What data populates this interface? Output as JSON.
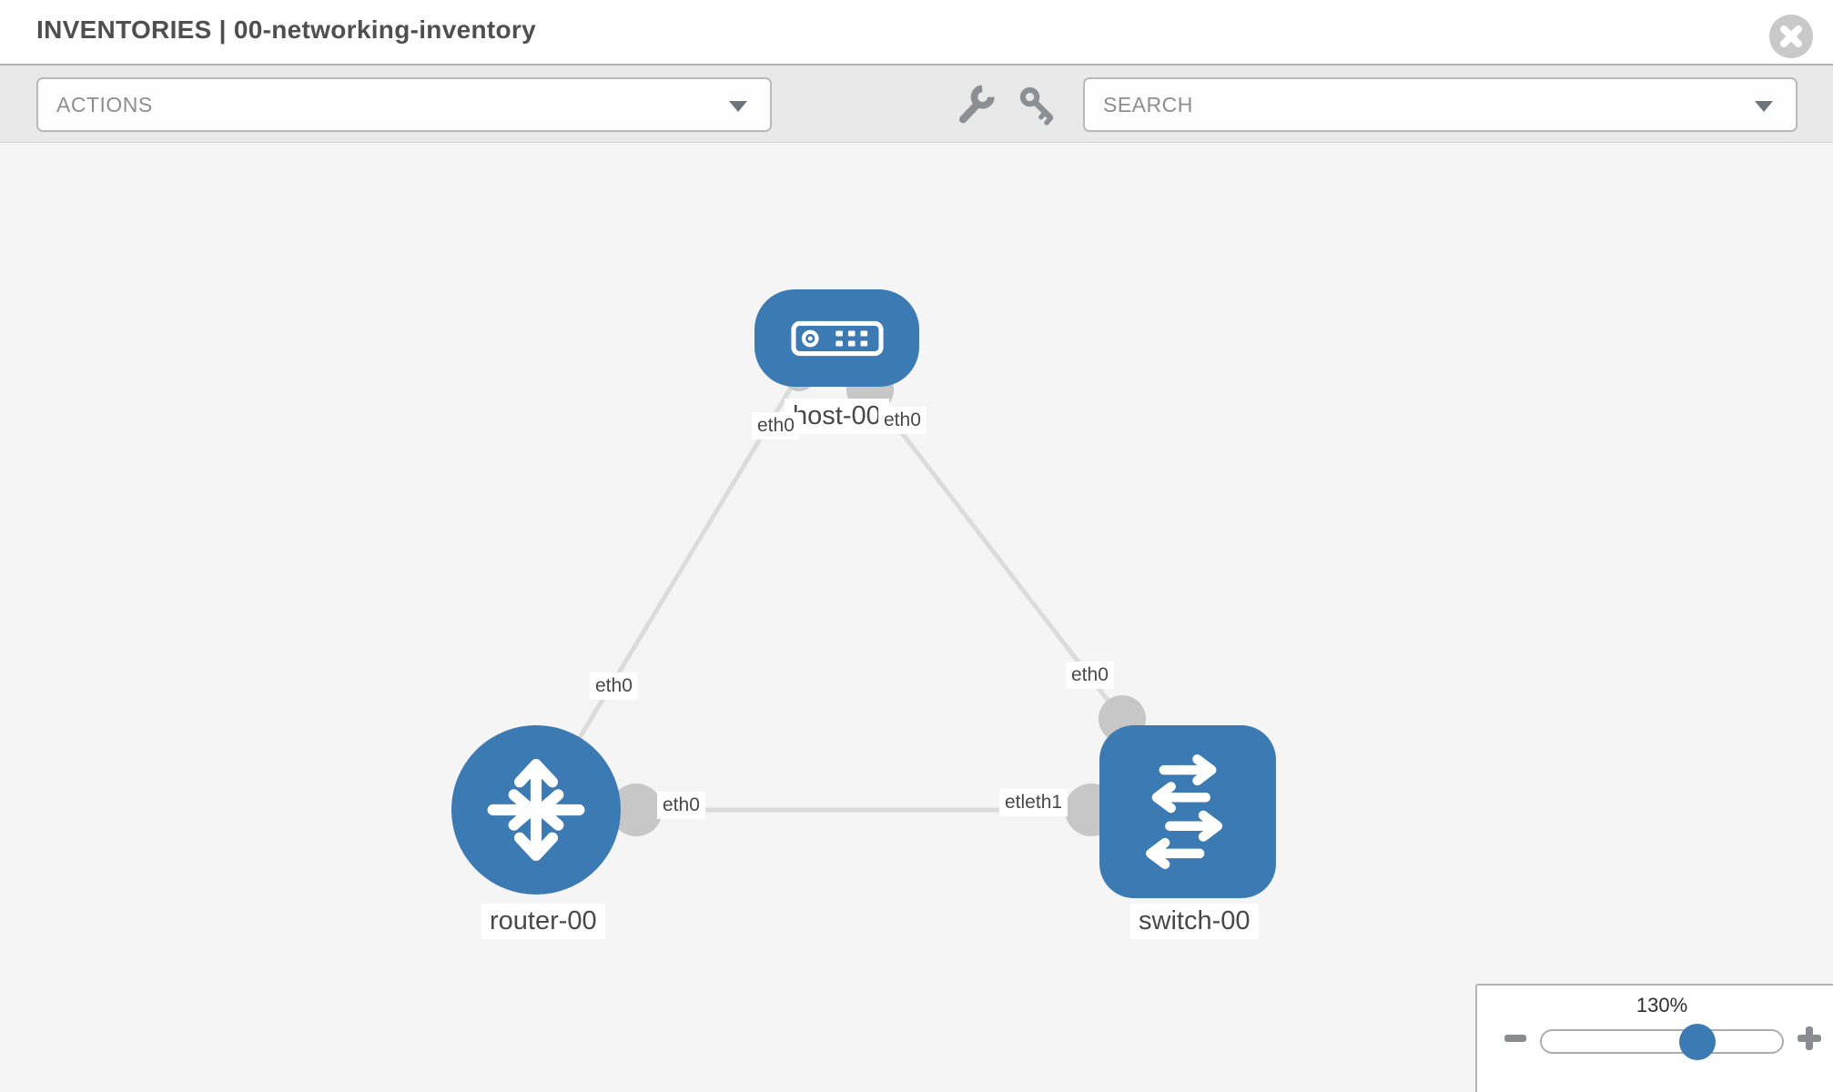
{
  "header": {
    "title": "INVENTORIES | 00-networking-inventory"
  },
  "toolbar": {
    "actions_label": "ACTIONS",
    "search_label": "SEARCH"
  },
  "topology": {
    "nodes": [
      {
        "id": "host-00",
        "type": "host",
        "label": "host-00"
      },
      {
        "id": "router-00",
        "type": "router",
        "label": "router-00"
      },
      {
        "id": "switch-00",
        "type": "switch",
        "label": "switch-00"
      }
    ],
    "links": [
      {
        "source": "host-00",
        "target": "router-00",
        "source_interface": "eth0",
        "target_interface": "eth0"
      },
      {
        "source": "host-00",
        "target": "switch-00",
        "source_interface": "eth0",
        "target_interface": "eth0"
      },
      {
        "source": "router-00",
        "target": "switch-00",
        "source_interface": "eth0",
        "target_interface": "etleth1"
      }
    ]
  },
  "zoom_control": {
    "value": "130%"
  },
  "icons": {
    "close": "circle-x",
    "wrench": "wrench glyph",
    "key": "key glyph",
    "dropdown_caret": "down triangle",
    "zoom_minus": "minus sign",
    "zoom_plus": "plus sign"
  },
  "colors": {
    "node_blue": "#3b7ab3",
    "link_gray": "#dcdcdd",
    "port_gray": "#c7c7c8",
    "canvas_bg": "#f5f5f6",
    "toolbar_bg": "#e9e9e9"
  }
}
